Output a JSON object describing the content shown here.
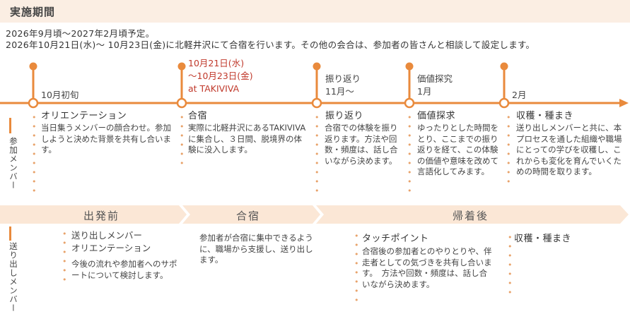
{
  "header": {
    "title": "実施期間"
  },
  "intro": {
    "line1": "2026年9月頃〜2027年2月頃予定。",
    "line2": "2026年10月21日(水)〜 10月23日(金)に北軽井沢にて合宿を行います。その他の会合は、参加者の皆さんと相談して設定します。"
  },
  "timeline": {
    "markers": [
      {
        "label": "10月初旬"
      },
      {
        "label_lines": [
          "10月21日(水)",
          "〜10月23日(金)",
          "at TAKIVIVA"
        ]
      },
      {
        "label_lines": [
          "振り返り",
          "11月〜"
        ]
      },
      {
        "label_lines": [
          "価値探究",
          "1月"
        ]
      },
      {
        "label": "2月"
      }
    ]
  },
  "participants": {
    "side_label": "参加メンバー",
    "columns": [
      {
        "title": "オリエンテーション",
        "body": "当日集うメンバーの顔合わせ。参加しようと決めた背景を共有し合います。"
      },
      {
        "title": "合宿",
        "body": "実際に北軽井沢にあるTAKIVIVAに集合し、３日間、脱境界の体験に没入します。"
      },
      {
        "title": "振り返り",
        "body": "合宿での体験を振り返ります。方法や回数・頻度は、話し合いながら決めます。"
      },
      {
        "title": "価値探求",
        "body": "ゆったりとした時間をとり、ここまでの振り返りを経て、この体験の価値や意味を改めて言語化してみます。"
      },
      {
        "title": "収穫・種まき",
        "body": "送り出しメンバーと共に、本プロセスを通した組織や職場にとっての学びを収穫し、これからも変化を育んでいくための時間を取ります。"
      }
    ]
  },
  "phases": [
    {
      "label": "出発前"
    },
    {
      "label": "合宿"
    },
    {
      "label": "帰着後"
    }
  ],
  "senders": {
    "side_label": "送り出しメンバー",
    "col1": {
      "title_lines": [
        "送り出しメンバー",
        "オリエンテーション"
      ],
      "body": "今後の流れや参加者へのサポートについて検討します。"
    },
    "col2": {
      "body": "参加者が合宿に集中できるように、職場から支援し、送り出します。"
    },
    "col3": {
      "title": "タッチポイント",
      "body": "合宿後の参加者とのやりとりや、伴走者としての気づきを共有し合います。　方法や回数・頻度は、話し合いながら決めます。"
    },
    "col4": {
      "title": "収穫・種まき"
    }
  },
  "colors": {
    "accent": "#e98a3c",
    "header_bg": "#fbeee3",
    "phase_bg": "#fbe7d6",
    "date_red": "#c0392b"
  }
}
